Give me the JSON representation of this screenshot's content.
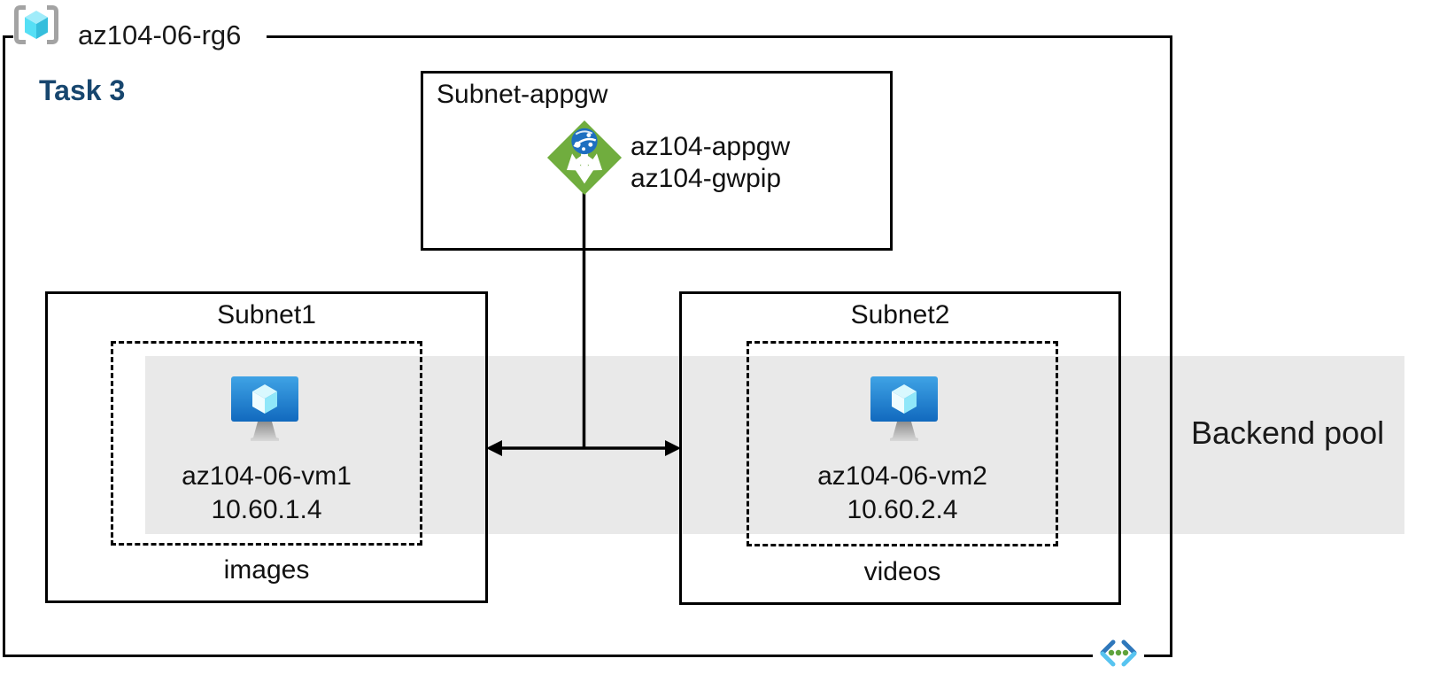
{
  "resource_group": {
    "name": "az104-06-rg6",
    "icon": "resource-group-icon"
  },
  "task_label": "Task 3",
  "appgw_subnet": {
    "title": "Subnet-appgw",
    "gateway_name": "az104-appgw",
    "gateway_public_ip": "az104-gwpip",
    "icon": "application-gateway-icon"
  },
  "subnet1": {
    "title": "Subnet1",
    "vm_name": "az104-06-vm1",
    "vm_ip": "10.60.1.4",
    "content_label": "images",
    "icon": "virtual-machine-icon"
  },
  "subnet2": {
    "title": "Subnet2",
    "vm_name": "az104-06-vm2",
    "vm_ip": "10.60.2.4",
    "content_label": "videos",
    "icon": "virtual-machine-icon"
  },
  "backend_pool": {
    "label": "Backend pool"
  },
  "icons": {
    "bottom_right": "virtual-network-icon"
  },
  "colors": {
    "line_black": "#000000",
    "text": "#1a1a1a",
    "task_label_blue": "#17466E",
    "backend_band_gray": "#E9E9E9",
    "appgw_green": "#70AD3E",
    "appgw_globe_blue": "#1E6FC0",
    "vm_screen_blue_top": "#3FA3E5",
    "vm_screen_blue_bottom": "#1169BE",
    "cube_cyan": "#55DFF5",
    "rg_bracket_gray": "#A3A3A3",
    "vnet_dark_blue": "#2E77BB",
    "vnet_light_blue": "#58C4F0",
    "vnet_dot_green": "#5FA33C"
  }
}
